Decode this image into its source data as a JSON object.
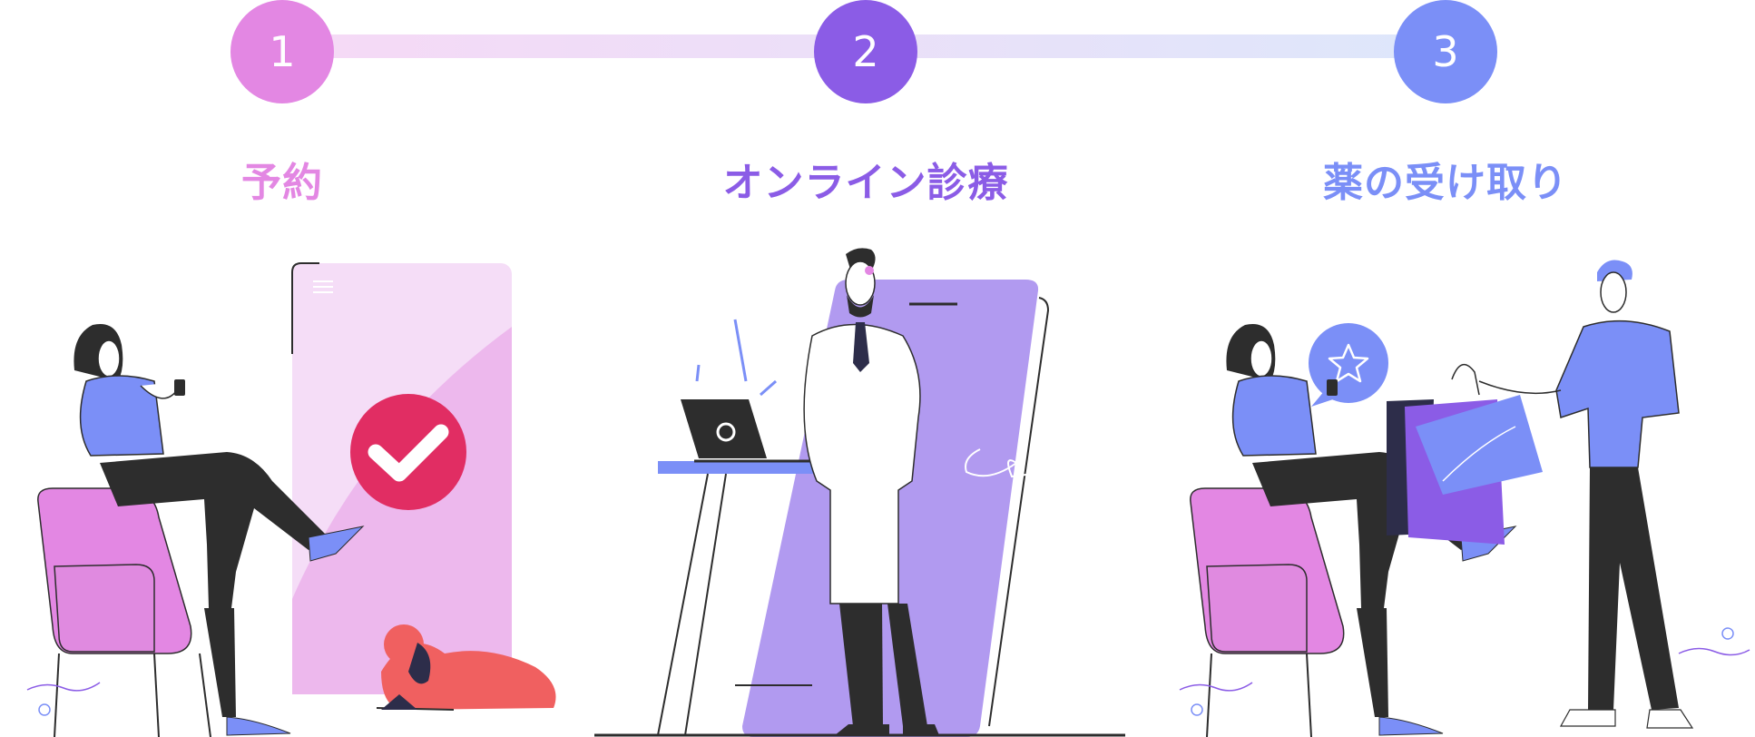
{
  "steps": [
    {
      "number": "1",
      "title": "予約",
      "color": "#e387e3"
    },
    {
      "number": "2",
      "title": "オンライン診療",
      "color": "#8b5ce6"
    },
    {
      "number": "3",
      "title": "薬の受け取り",
      "color": "#7b8ff7"
    }
  ],
  "palette": {
    "pink": "#e387e3",
    "purple": "#8b5ce6",
    "periwinkle": "#7b8ff7",
    "confirm_red": "#e12d63",
    "dark": "#2d2d2d"
  }
}
